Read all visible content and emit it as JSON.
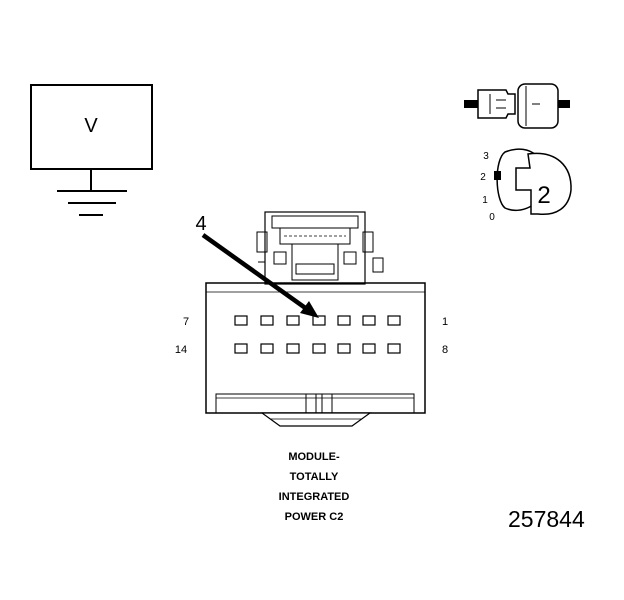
{
  "meter": {
    "label": "V"
  },
  "terminal_probe": {
    "label": "2",
    "positions": [
      "3",
      "2",
      "1",
      "0"
    ]
  },
  "callout": {
    "label": "4"
  },
  "connector": {
    "top_row_left_label": "7",
    "top_row_right_label": "1",
    "bottom_row_left_label": "14",
    "bottom_row_right_label": "8"
  },
  "caption_lines": [
    "MODULE-",
    "TOTALLY",
    "INTEGRATED",
    "POWER C2"
  ],
  "figure_number": "257844"
}
